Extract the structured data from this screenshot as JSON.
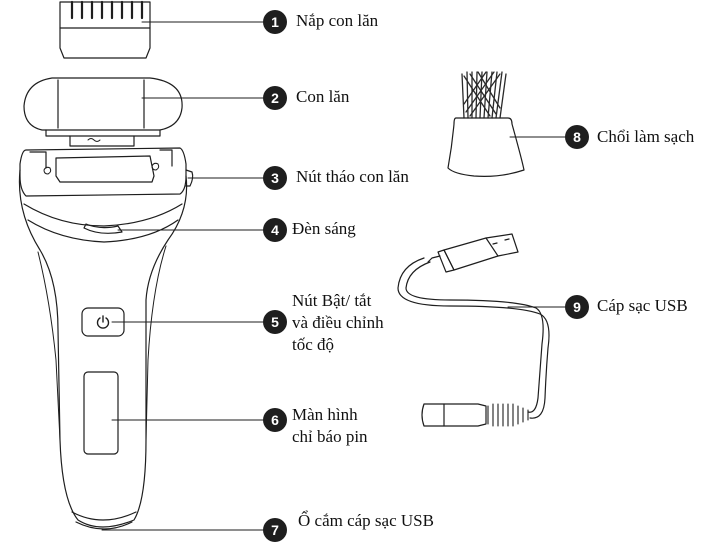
{
  "colors": {
    "line": "#1e1e1e",
    "badge": "#1e1e1e",
    "badge_text": "#ffffff",
    "bristle": "#2a2a2a"
  },
  "callouts": [
    {
      "number": "1",
      "label": "Nắp con lăn"
    },
    {
      "number": "2",
      "label": "Con lăn"
    },
    {
      "number": "3",
      "label": "Nút tháo con lăn"
    },
    {
      "number": "4",
      "label": "Đèn sáng"
    },
    {
      "number": "5",
      "label": "Nút Bật/ tắt",
      "label_line2": "và điều chỉnh",
      "label_line3": "tốc độ"
    },
    {
      "number": "6",
      "label": "Màn hình",
      "label_line2": "chỉ báo pin"
    },
    {
      "number": "7",
      "label": "Ổ cắm cáp sạc USB"
    },
    {
      "number": "8",
      "label": "Chổi làm sạch"
    },
    {
      "number": "9",
      "label": "Cáp sạc USB"
    }
  ],
  "icons": {
    "power": "power-icon"
  }
}
